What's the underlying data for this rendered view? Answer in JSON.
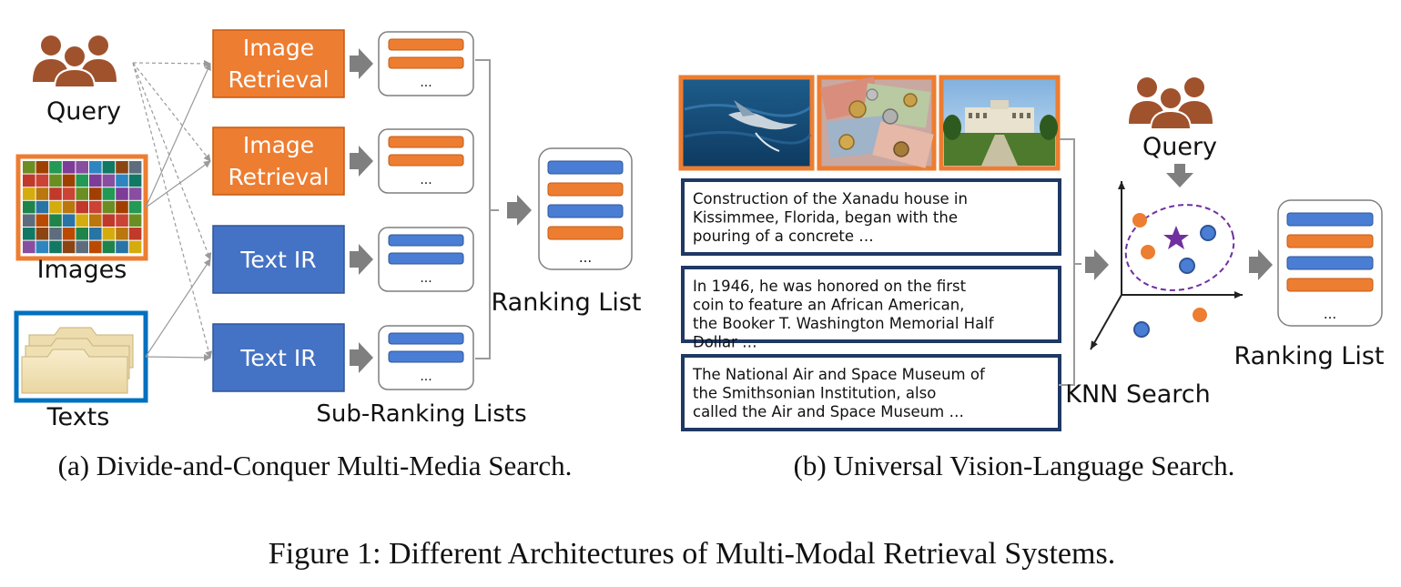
{
  "colors": {
    "orange": "#ed7d31",
    "orange_dark": "#c55a11",
    "blue": "#4472c4",
    "blue_light": "#4a7ed4",
    "blue_dark": "#2f5597",
    "navy": "#1f3864",
    "purple": "#7030a0",
    "gray_arrow": "#7f7f7f",
    "person": "#a0522d",
    "folder": "#f3e6c1",
    "text_blue_border": "#0070c0"
  },
  "panel_a": {
    "query_label": "Query",
    "images_label": "Images",
    "texts_label": "Texts",
    "modules": [
      {
        "label": "Image Retrieval",
        "type": "image",
        "list": [
          "orange",
          "orange"
        ]
      },
      {
        "label": "Image Retrieval",
        "type": "image",
        "list": [
          "orange",
          "orange"
        ]
      },
      {
        "label": "Text IR",
        "type": "text",
        "list": [
          "blue",
          "blue"
        ]
      },
      {
        "label": "Text IR",
        "type": "text",
        "list": [
          "blue",
          "blue"
        ]
      }
    ],
    "ellipsis": "...",
    "sub_ranking_label": "Sub-Ranking Lists",
    "ranking_label": "Ranking List",
    "ranking_list": [
      "blue",
      "orange",
      "blue",
      "orange"
    ],
    "caption": "(a) Divide-and-Conquer Multi-Media Search."
  },
  "panel_b": {
    "photos": [
      "bird-over-water-photo",
      "euro-money-photo",
      "government-building-photo"
    ],
    "texts": [
      "Construction of the Xanadu house in Kissimmee, Florida, began with the pouring of a concrete …",
      "In 1946, he was honored on the first coin to feature an African American, the Booker T. Washington Memorial Half Dollar …",
      "The National Air and Space Museum of the Smithsonian Institution, also called the Air and Space Museum …"
    ],
    "query_label": "Query",
    "knn_label": "KNN Search",
    "ranking_label": "Ranking List",
    "ranking_list": [
      "blue",
      "orange",
      "blue",
      "orange"
    ],
    "ellipsis": "...",
    "caption": "(b) Universal Vision-Language Search."
  },
  "figure_caption": "Figure 1: Different Architectures of Multi-Modal Retrieval Systems."
}
